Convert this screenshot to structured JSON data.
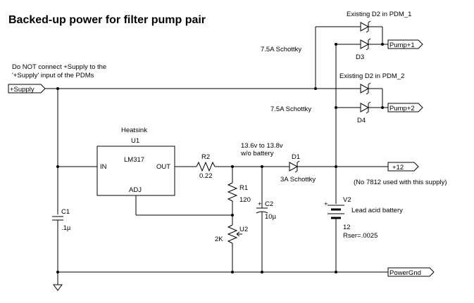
{
  "title": "Backed-up power for filter pump pair",
  "note": {
    "line1": "Do NOT connect +Supply to the",
    "line2": "'+Supply' input of the PDMs"
  },
  "ports": {
    "supply": "+Supply",
    "pump1": "Pump+1",
    "pump2": "Pump+2",
    "v12": "+12",
    "gnd": "PowerGnd"
  },
  "diodes": {
    "d2_pdm1": "Existing D2 in PDM_1",
    "d3": "D3",
    "schottky1": "7.5A Schottky",
    "d2_pdm2": "Existing D2 in PDM_2",
    "d4": "D4",
    "schottky2": "7.5A Schottky",
    "d1": "D1",
    "d1_type": "3A Schottky"
  },
  "regulator": {
    "heatsink": "Heatsink",
    "ref": "U1",
    "part": "LM317",
    "in": "IN",
    "out": "OUT",
    "adj": "ADJ"
  },
  "resistors": {
    "r2_ref": "R2",
    "r2_val": "0.22",
    "r1_ref": "R1",
    "r1_val": "120",
    "u2_ref": "U2",
    "u2_val": "2K"
  },
  "caps": {
    "c1_ref": "C1",
    "c1_val": ".1µ",
    "c2_ref": "C2",
    "c2_val": "10µ"
  },
  "voltage_note": {
    "line1": "13.6v to 13.8v",
    "line2": "w/o battery"
  },
  "no7812": "(No 7812 used with this supply)",
  "battery": {
    "ref": "V2",
    "desc": "Lead acid battery",
    "volts": "12",
    "rser": "Rser=.0025"
  }
}
